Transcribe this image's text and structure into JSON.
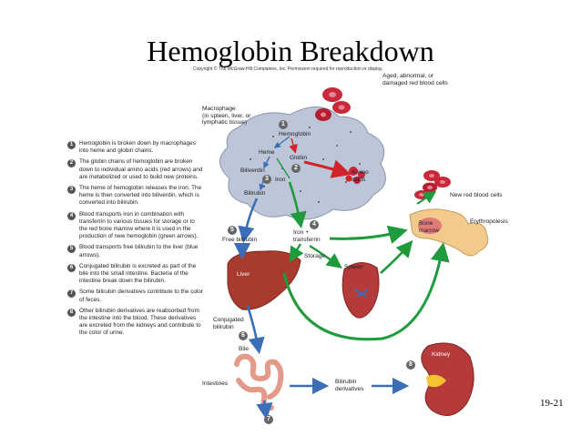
{
  "title": "Hemoglobin Breakdown",
  "copyright": "Copyright © The McGraw-Hill Companies, Inc. Permission required for reproduction or display.",
  "page_number": "19-21",
  "steps": [
    {
      "num": "1",
      "text": "Hemoglobin is broken down by macrophages into heme and globin chains."
    },
    {
      "num": "2",
      "text": "The globin chains of hemoglobin are broken down to individual amino acids (red arrows) and are metabolized or used to build new proteins."
    },
    {
      "num": "3",
      "text": "The heme of hemoglobin releases the iron. The heme is then converted into biliverdin, which is converted into bilirubin."
    },
    {
      "num": "4",
      "text": "Blood transports iron in combination with transferrin to various tissues for storage or to the red bone marrow where it is used in the production of new hemoglobin (green arrows)."
    },
    {
      "num": "5",
      "text": "Blood transports free bilirubin to the liver (blue arrows)."
    },
    {
      "num": "6",
      "text": "Conjugated bilirubin is excreted as part of the bile into the small intestine. Bacteria of the intestine break down the bilirubin."
    },
    {
      "num": "7",
      "text": "Some bilirubin derivatives contribute to the color of feces."
    },
    {
      "num": "8",
      "text": "Other bilirubin derivatives are reabsorbed from the intestine into the blood. These derivatives are excreted from the kidneys and contribute to the color of urine."
    }
  ],
  "labels": {
    "aged_cells": "Aged, abnormal, or\ndamaged red blood cells",
    "macrophage": "Macrophage\n(in spleen, liver, or\nlymphatic tissue)",
    "hemoglobin": "Hemoglobin",
    "heme": "Heme",
    "globin": "Globin",
    "biliverdin": "Biliverdin",
    "iron": "Iron",
    "bilirubin": "Bilirubin",
    "amino_acids": "Amino\nacids",
    "new_rbc": "New red blood cells",
    "bone_marrow": "Bone\nmarrow",
    "erythropoiesis": "Erythropoiesis",
    "free_bilirubin": "Free bilirubin",
    "iron_transferrin": "Iron +\ntransferrin",
    "storage": "Storage",
    "liver": "Liver",
    "spleen": "Spleen",
    "conjugated_bilirubin": "Conjugated\nbilirubin",
    "bile": "Bile",
    "intestines": "Intestines",
    "bilirubin_derivatives": "Bilirubin\nderivatives",
    "kidney": "Kidney"
  },
  "diagram_numbers": {
    "n1": "1",
    "n2": "2",
    "n3": "3",
    "n4": "4",
    "n5": "5",
    "n6": "6",
    "n7": "7",
    "n8": "8"
  },
  "colors": {
    "blue_arrow": "#3a6fb8",
    "green_arrow": "#1f9a3c",
    "red_arrow": "#d2232a",
    "macrophage": "#bfc8d8",
    "liver": "#a83a2e",
    "rbc": "#c8283a"
  }
}
